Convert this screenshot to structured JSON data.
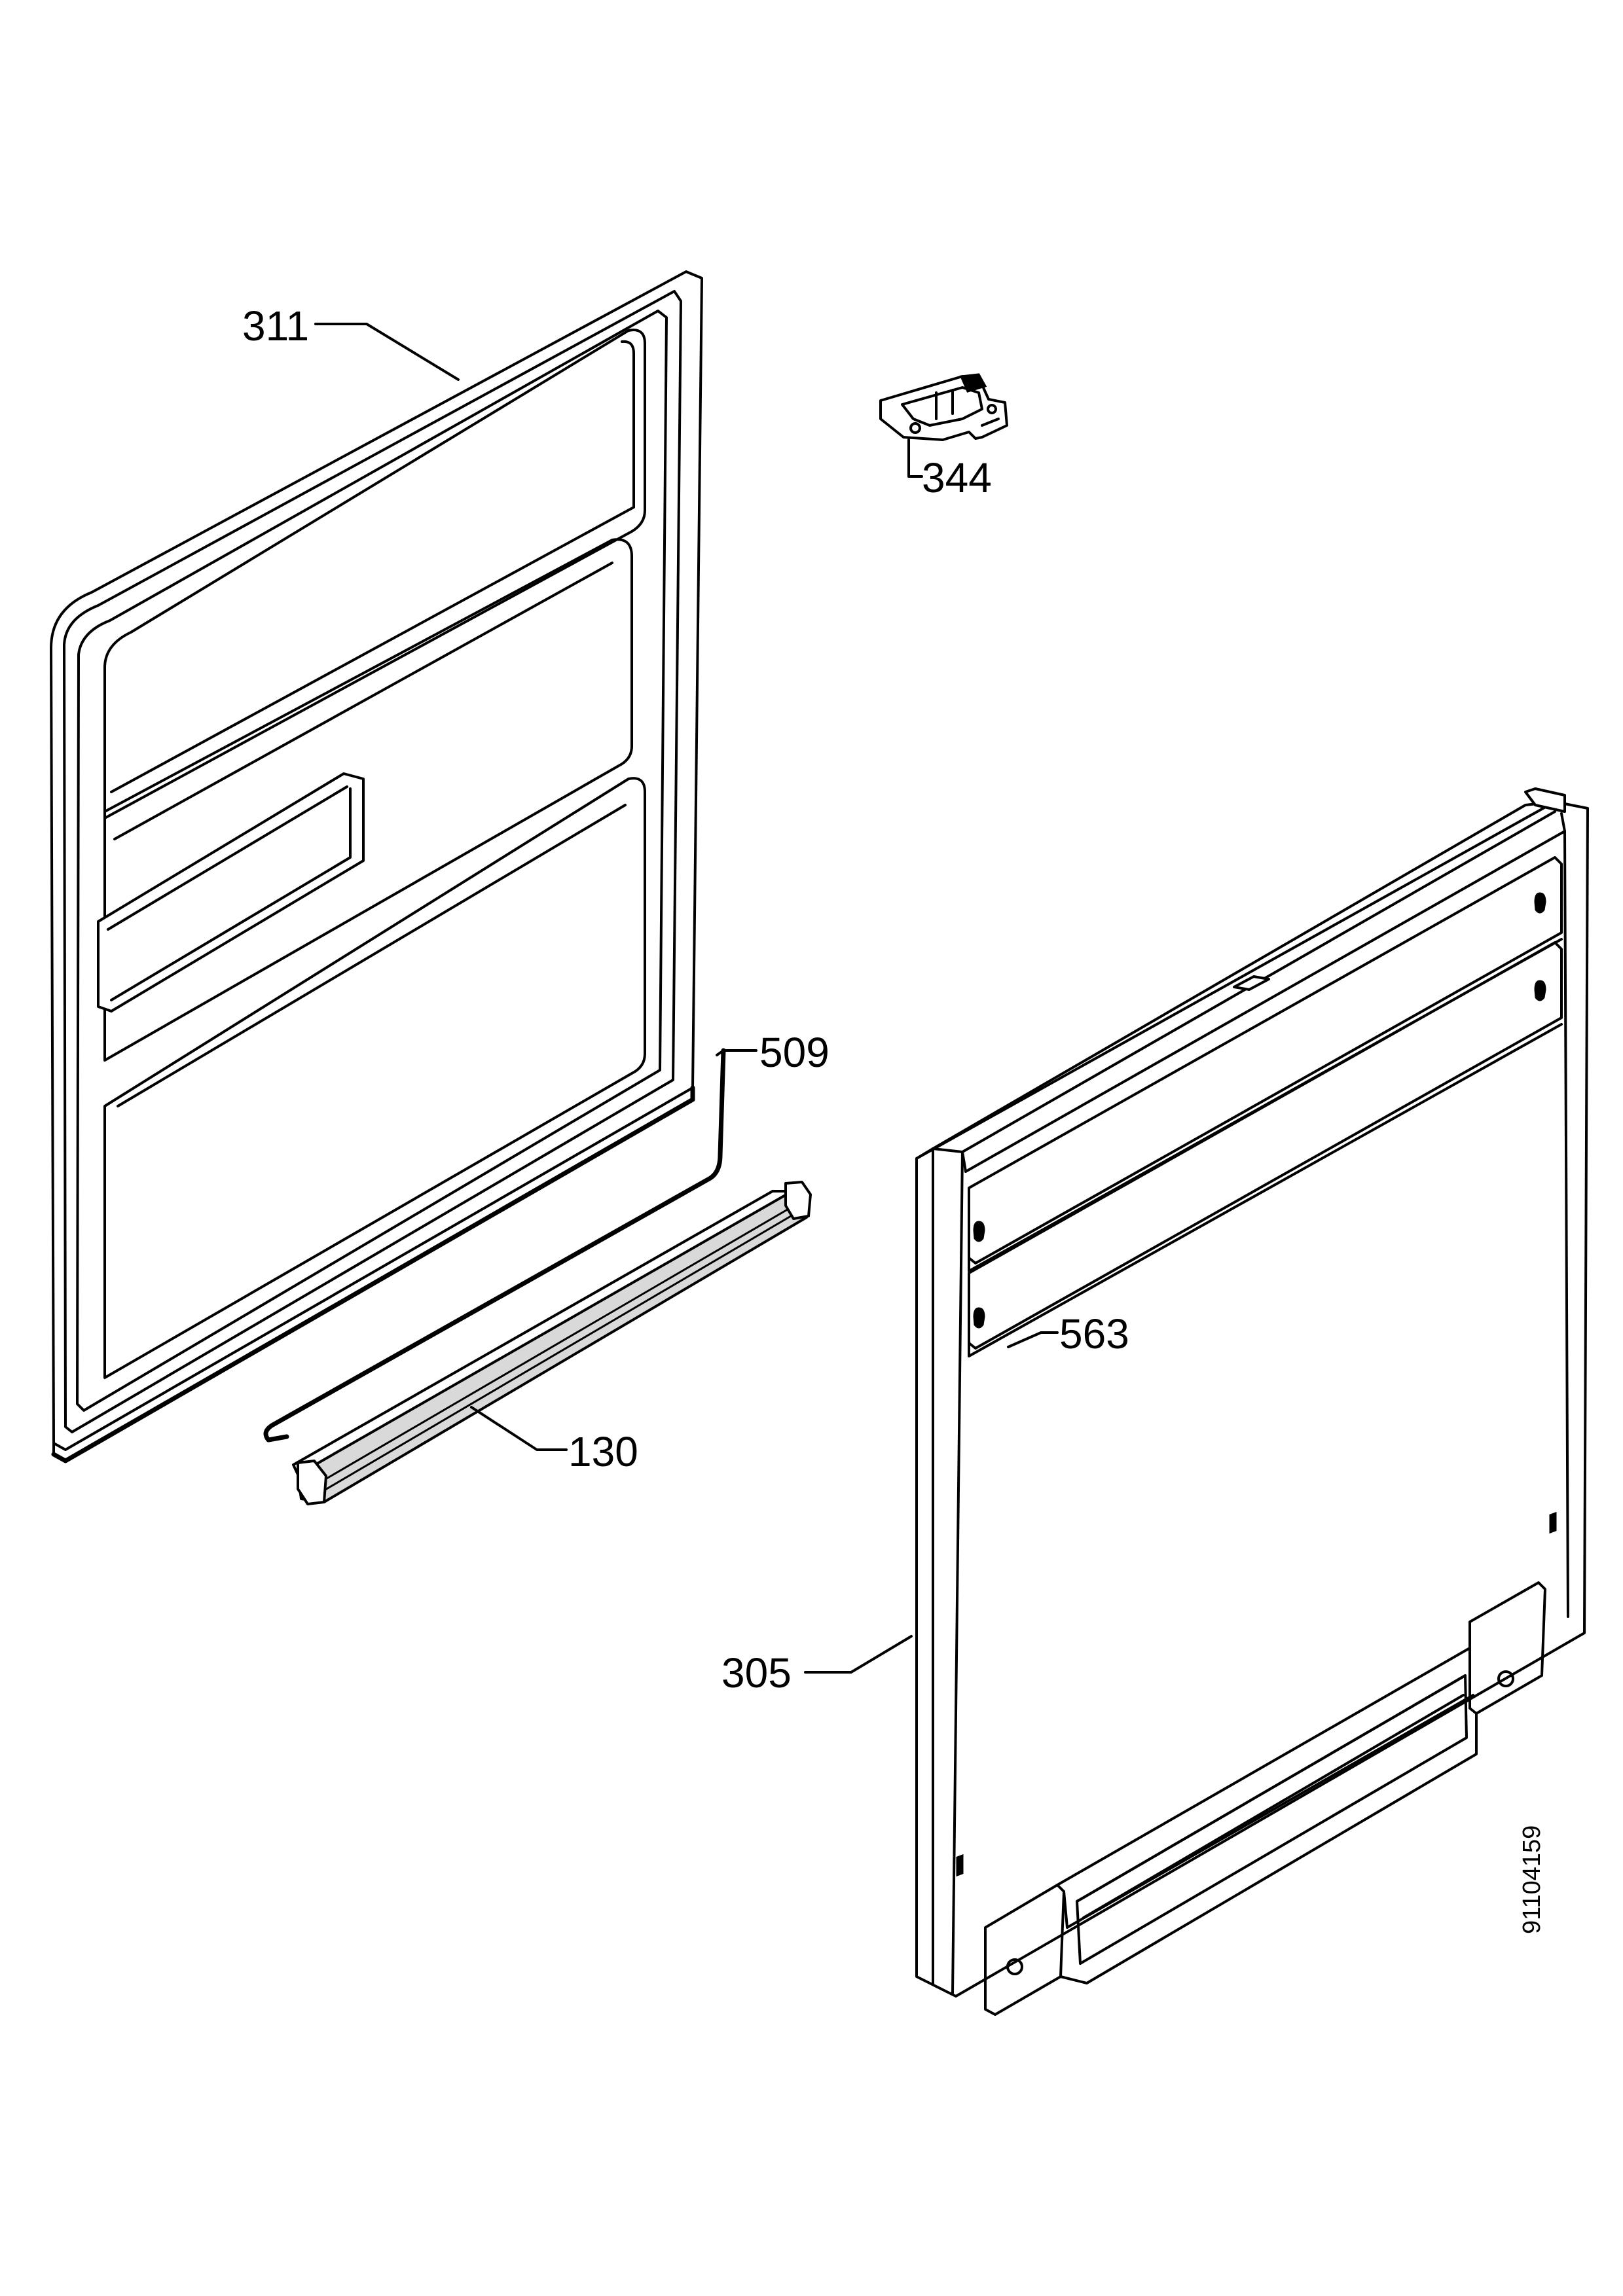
{
  "diagram": {
    "parts": [
      {
        "key": "p311",
        "number": "311"
      },
      {
        "key": "p344",
        "number": "344"
      },
      {
        "key": "p509",
        "number": "509"
      },
      {
        "key": "p130",
        "number": "130"
      },
      {
        "key": "p563",
        "number": "563"
      },
      {
        "key": "p305",
        "number": "305"
      }
    ],
    "document_code": "91104159"
  }
}
